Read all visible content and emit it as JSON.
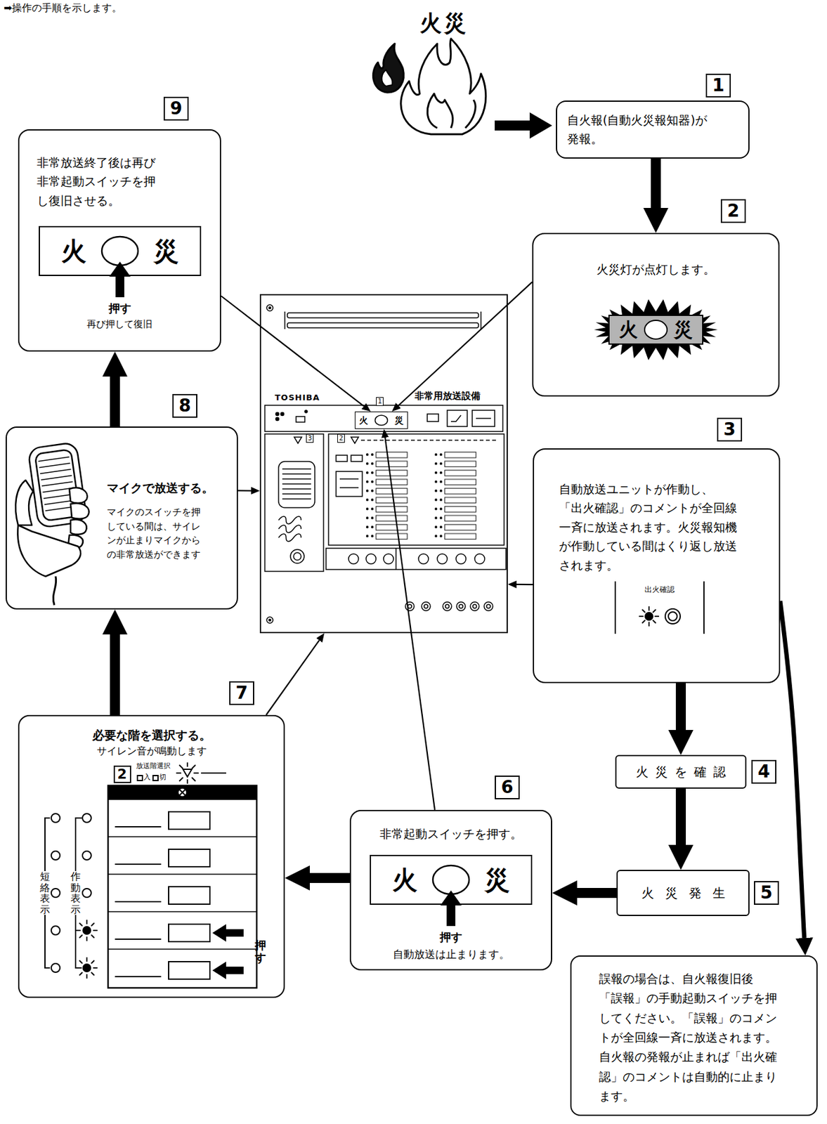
{
  "diagram": {
    "title": "火災",
    "nodes": [
      {
        "text": [
          "1",
          "自火報(自動火災報知器)が 発報。"
        ]
      },
      {
        "text": [
          "2",
          "火災灯が点灯します。"
        ]
      },
      {
        "text": [
          "火",
          "災"
        ],
        "in": 1
      },
      {
        "text": [
          "TOSHIBA",
          "非常用放送設備"
        ]
      },
      {
        "text": [
          "火",
          "災"
        ],
        "in": 3
      },
      {
        "text": [
          "3",
          "自動放送ユニットが作動し、 「出火確認」のコメントが全回線 一斉に放送されます。火災報知機 が作動している間はくり返し放送 されます。",
          "出火確認"
        ]
      },
      {
        "text": [
          "火災を確認",
          "4"
        ]
      },
      {
        "text": [
          "火災発生",
          "5"
        ]
      },
      {
        "text": [
          "6",
          "非常起動スイッチを押す。",
          "押す",
          "自動放送は止まります。"
        ]
      },
      {
        "text": [
          "火",
          "災"
        ],
        "in": 8
      },
      {
        "text": [
          "7",
          "必要な階を選択する。",
          "サイレン音が鳴動します",
          "2",
          "放送階選択",
          "入",
          "切",
          "短絡表示",
          "作動表示",
          "押す"
        ]
      },
      {
        "text": [
          "8",
          "マイクで放送する。",
          "マイクのスイッチを押 している間は、サイレ ンが止まりマイクから の非常放送ができます"
        ]
      },
      {
        "text": [
          "9",
          "非常放送終了後は再び 非常起動スイッチを押 し復旧させる。",
          "押す",
          "再び押して復旧"
        ]
      },
      {
        "text": [
          "火",
          "災"
        ],
        "in": 12
      },
      {
        "text": [
          "誤報の場合は、自火報復旧後 「誤報」の手動起動スイッチを押 してください。「誤報」のコメン トが全回線一斉に放送されます。 自火報の発報が止まれば「出火確 認」のコメントは自動的に止まり ます。"
        ]
      }
    ],
    "edges": [
      {
        "from": 0,
        "to": 1,
        "arrow": "to"
      },
      {
        "from": 1,
        "to": 4,
        "arrow": "to"
      },
      {
        "from": 5,
        "to": 3,
        "arrow": "to"
      },
      {
        "from": 5,
        "to": 6,
        "arrow": "to"
      },
      {
        "from": 5,
        "to": 14,
        "arrow": "to"
      },
      {
        "from": 6,
        "to": 7,
        "arrow": "to"
      },
      {
        "from": 7,
        "to": 8,
        "arrow": "to"
      },
      {
        "from": 8,
        "to": 4,
        "arrow": "to"
      },
      {
        "from": 8,
        "to": 10,
        "arrow": "to"
      },
      {
        "from": 10,
        "to": 3,
        "arrow": "to"
      },
      {
        "from": 10,
        "to": 11,
        "arrow": "to"
      },
      {
        "from": 11,
        "to": 3,
        "arrow": "to"
      },
      {
        "from": 11,
        "to": 12,
        "arrow": "to"
      },
      {
        "from": 12,
        "to": 4,
        "arrow": "to"
      }
    ],
    "labels": [
      "➡操作の手順を示します。",
      "1",
      "3",
      "2"
    ]
  }
}
